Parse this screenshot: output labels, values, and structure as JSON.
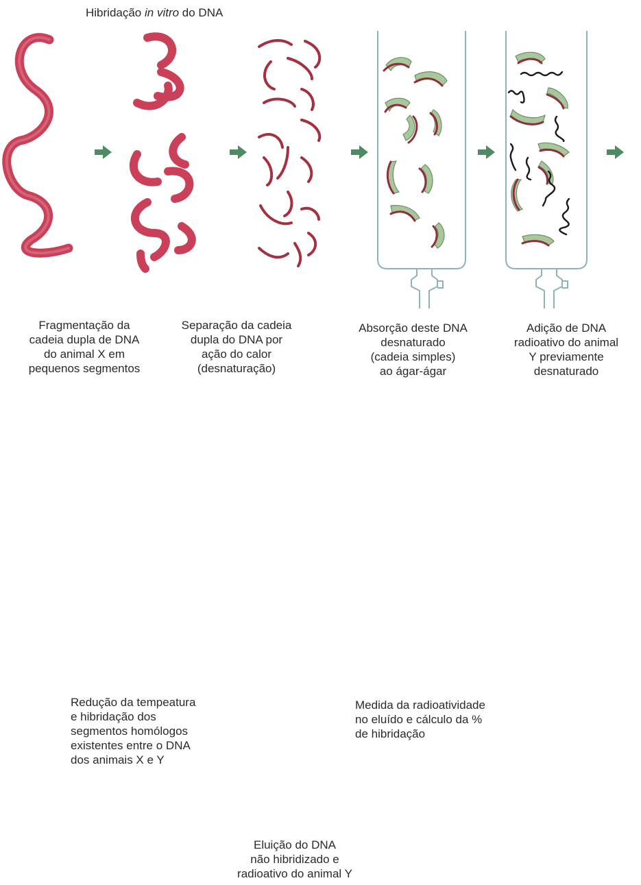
{
  "title": {
    "prefix": "Hibridação ",
    "italic": "in vitro",
    "suffix": " do DNA"
  },
  "steps": {
    "fragmentation": "Fragmentação da\ncadeia dupla de DNA\ndo animal X em\npequenos segmentos",
    "separation": "Separação da cadeia\ndupla do DNA por\nação do calor\n(desnaturação)",
    "absorption": "Absorção deste DNA\ndesnaturado\n(cadeia simples)\nao ágar-ágar",
    "addition": "Adição de DNA\nradioativo do animal\nY previamente\ndesnaturado",
    "hybridization": "Redução da tempeatura\ne hibridação dos\nsegmentos homólogos\nexistentes entre o DNA\ndos animais X e Y",
    "elution": "Eluição do DNA\nnão hibridizado e\nradioativo do animal Y",
    "measurement": "Medida da radioatividade\nno eluído e cálculo da %\nde hibridação"
  },
  "colors": {
    "dna_double": "#c94058",
    "dna_single": "#8e2f3b",
    "agar": "#a9c79c",
    "agar_edge": "#6f8d67",
    "radioactive": "#1a1a1a",
    "column": "#6b8f96",
    "arrow": "#4e8a62"
  }
}
